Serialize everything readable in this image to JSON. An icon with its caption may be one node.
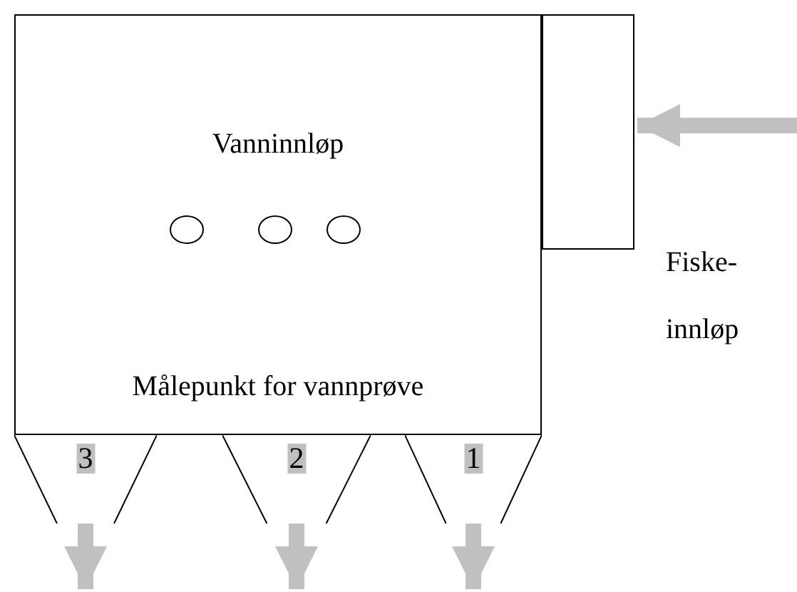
{
  "diagram": {
    "nodes": [
      {
        "text": [
          "Vanninnløp",
          "Målepunkt for vannprøve"
        ]
      },
      {
        "text": [],
        "shape": "circle",
        "in": 0
      },
      {
        "text": [],
        "shape": "circle",
        "in": 0
      },
      {
        "text": [],
        "shape": "circle",
        "in": 0
      },
      {
        "text": [],
        "shape": "box",
        "beside": [
          "Fiske- innløp"
        ]
      },
      {
        "text": [
          "3"
        ]
      },
      {
        "text": [
          "2"
        ]
      },
      {
        "text": [
          "1"
        ]
      }
    ],
    "edges": [
      {
        "from": null,
        "to": 4,
        "arrow": "to"
      },
      {
        "from": 5,
        "to": null,
        "arrow": "to"
      },
      {
        "from": 6,
        "to": null,
        "arrow": "to"
      },
      {
        "from": 7,
        "to": null,
        "arrow": "to"
      }
    ]
  }
}
